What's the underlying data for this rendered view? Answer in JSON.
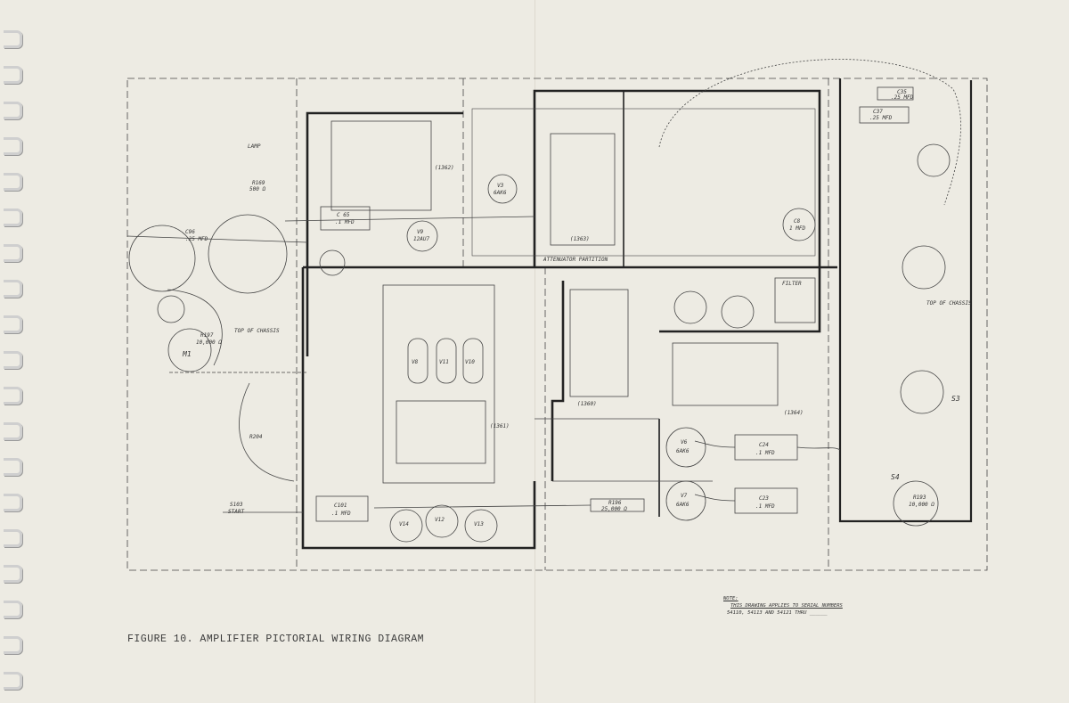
{
  "caption": "FIGURE 10.  AMPLIFIER PICTORIAL WIRING DIAGRAM",
  "note": {
    "heading": "NOTE:",
    "line1": "THIS DRAWING APPLIES TO SERIAL NUMBERS",
    "line2": "54110, 54113 AND 54121 THRU ______"
  },
  "labels": {
    "top_of_chassis_left": "TOP OF CHASSIS",
    "top_of_chassis_right": "TOP OF CHASSIS",
    "m1": "M1",
    "r197": "R197",
    "r197_val": "10,000 Ω",
    "c96": "C96",
    "c96_val": ".25 MFD",
    "c65": "C 65",
    "c65_val": ".1 MFD",
    "v9": "V9",
    "v9_type": "12AU7",
    "v3": "V3",
    "v3_type": "6AK6",
    "c8": "C8",
    "c8_val": "1 MFD",
    "v8": "V8",
    "v10": "V10",
    "v11": "V11",
    "v12": "V12",
    "v13": "V13",
    "v14": "V14",
    "v6": "V6",
    "v6_type": "6AK6",
    "v7": "V7",
    "v7_type": "6AK6",
    "c24": "C24",
    "c24_val": ".1 MFD",
    "c23": "C23",
    "c23_val": ".1 MFD",
    "c101": "C101",
    "c101_val": ".1 MFD",
    "r196": "R196",
    "r196_val": "25,000 Ω",
    "c35": "C35",
    "c35_val": ".25 MFD",
    "c37": "C37",
    "c37_val": ".25 MFD",
    "filter": "FILTER",
    "s3": "S3",
    "s4": "S4",
    "r193": "R193",
    "r193_val": "10,000 Ω",
    "s103": "S103",
    "start": "START",
    "r204": "R204",
    "tb1360": "(1360)",
    "tb1362": "(1362)",
    "tb1363": "(1363)",
    "tb1361": "(1361)",
    "tb1364": "(1364)",
    "partition": "ATTENUATOR PARTITION",
    "lamp": "LAMP",
    "r169": "R169",
    "r169_val": "500 Ω"
  }
}
